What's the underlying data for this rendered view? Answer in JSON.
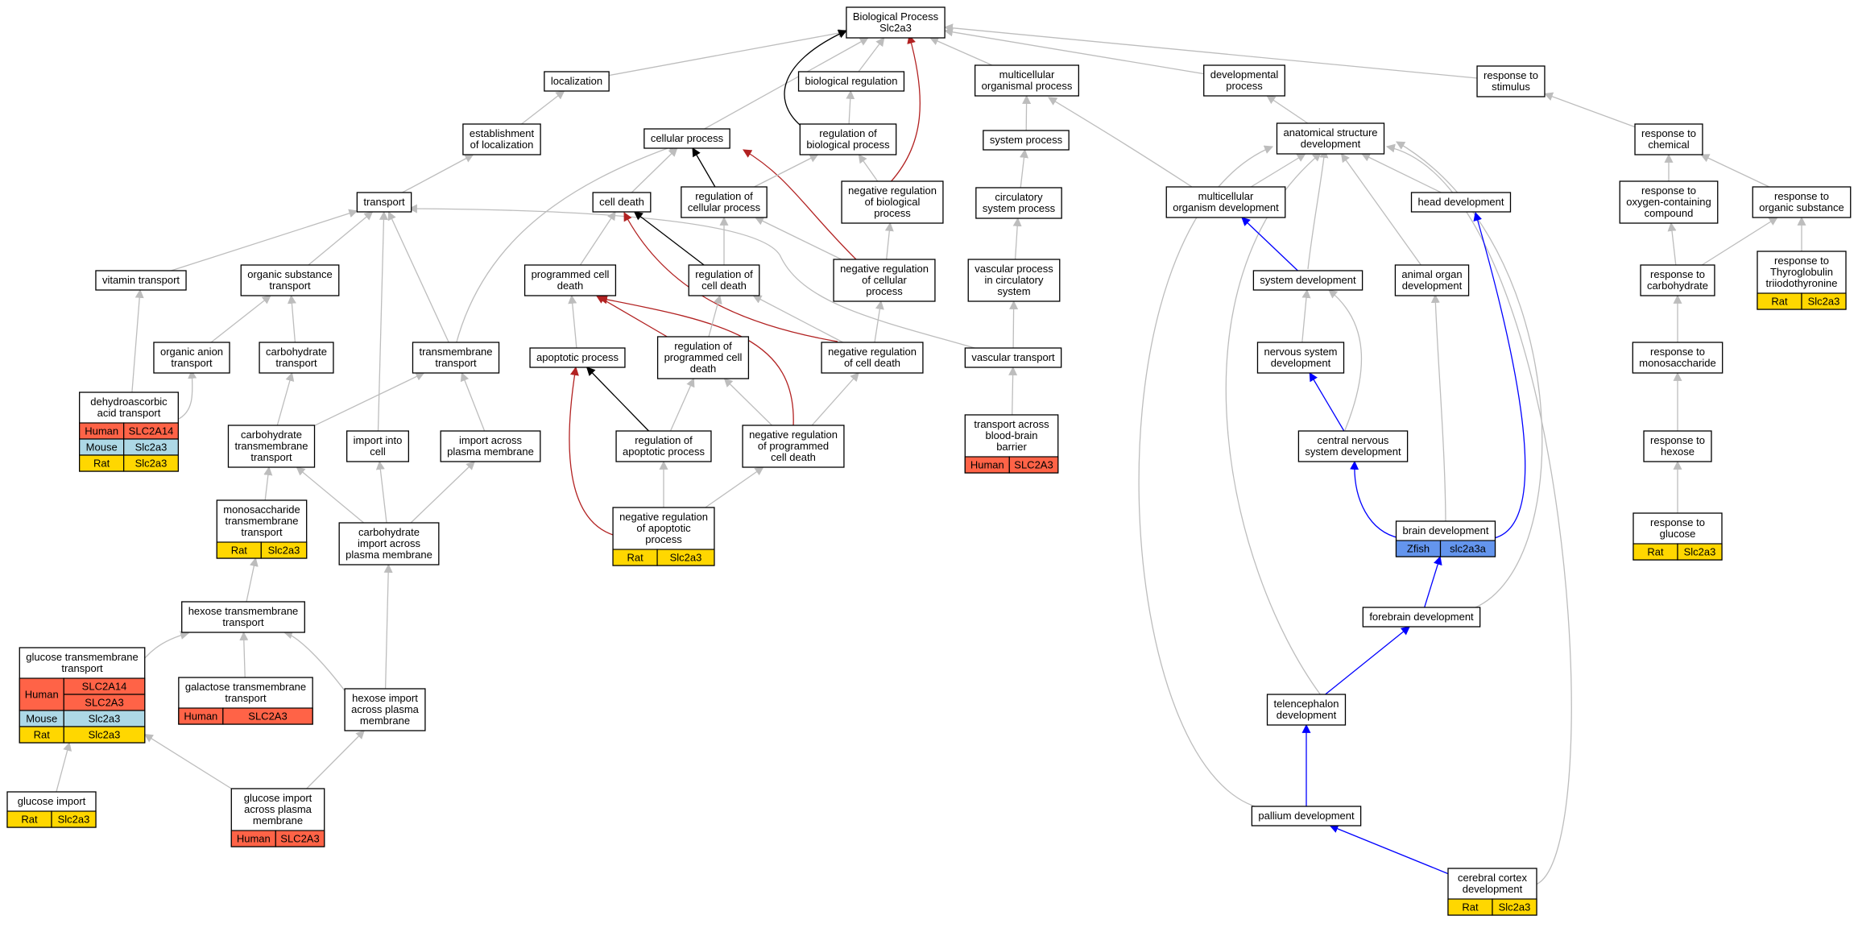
{
  "colors": {
    "gray": "#bdbdbd",
    "black": "#000000",
    "red": "#b22222",
    "blue": "#0000ff",
    "Human": "#ff6347",
    "Mouse": "#add8e6",
    "Rat": "#ffd700",
    "Zfish": "#6495ed"
  },
  "nodes": [
    {
      "id": "bp",
      "lines": [
        "Biological Process",
        "Slc2a3"
      ]
    },
    {
      "id": "loc",
      "lines": [
        "localization"
      ]
    },
    {
      "id": "bioreg",
      "lines": [
        "biological regulation"
      ]
    },
    {
      "id": "mop",
      "lines": [
        "multicellular",
        "organismal process"
      ]
    },
    {
      "id": "devp",
      "lines": [
        "developmental",
        "process"
      ]
    },
    {
      "id": "rts",
      "lines": [
        "response to",
        "stimulus"
      ]
    },
    {
      "id": "estloc",
      "lines": [
        "establishment",
        "of localization"
      ]
    },
    {
      "id": "cellp",
      "lines": [
        "cellular process"
      ]
    },
    {
      "id": "regbp",
      "lines": [
        "regulation of",
        "biological process"
      ]
    },
    {
      "id": "sysp",
      "lines": [
        "system process"
      ]
    },
    {
      "id": "asd",
      "lines": [
        "anatomical structure",
        "development"
      ]
    },
    {
      "id": "rtchem",
      "lines": [
        "response to",
        "chemical"
      ]
    },
    {
      "id": "transport",
      "lines": [
        "transport"
      ]
    },
    {
      "id": "celldeath",
      "lines": [
        "cell death"
      ]
    },
    {
      "id": "regcp",
      "lines": [
        "regulation of",
        "cellular process"
      ]
    },
    {
      "id": "negregbp",
      "lines": [
        "negative regulation",
        "of biological",
        "process"
      ]
    },
    {
      "id": "circsp",
      "lines": [
        "circulatory",
        "system process"
      ]
    },
    {
      "id": "mod",
      "lines": [
        "multicellular",
        "organism development"
      ]
    },
    {
      "id": "headdev",
      "lines": [
        "head development"
      ]
    },
    {
      "id": "rtoxy",
      "lines": [
        "response to",
        "oxygen-containing",
        "compound"
      ]
    },
    {
      "id": "rtorg",
      "lines": [
        "response to",
        "organic substance"
      ]
    },
    {
      "id": "vitt",
      "lines": [
        "vitamin transport"
      ]
    },
    {
      "id": "orgsub",
      "lines": [
        "organic substance",
        "transport"
      ]
    },
    {
      "id": "pcd",
      "lines": [
        "programmed cell",
        "death"
      ]
    },
    {
      "id": "regcd",
      "lines": [
        "regulation of",
        "cell death"
      ]
    },
    {
      "id": "negregcp",
      "lines": [
        "negative regulation",
        "of cellular",
        "process"
      ]
    },
    {
      "id": "vascp",
      "lines": [
        "vascular process",
        "in circulatory",
        "system"
      ]
    },
    {
      "id": "sysdev",
      "lines": [
        "system development"
      ]
    },
    {
      "id": "aod",
      "lines": [
        "animal organ",
        "development"
      ]
    },
    {
      "id": "rtcarb",
      "lines": [
        "response to",
        "carbohydrate"
      ]
    },
    {
      "id": "rtthyro",
      "lines": [
        "response to",
        "Thyroglobulin",
        "triiodothyronine"
      ],
      "rows": [
        {
          "sp": "Rat",
          "genes": [
            "Slc2a3"
          ]
        }
      ]
    },
    {
      "id": "oat",
      "lines": [
        "organic anion",
        "transport"
      ]
    },
    {
      "id": "carbt",
      "lines": [
        "carbohydrate",
        "transport"
      ]
    },
    {
      "id": "tmt",
      "lines": [
        "transmembrane",
        "transport"
      ]
    },
    {
      "id": "apop",
      "lines": [
        "apoptotic process"
      ]
    },
    {
      "id": "regpcd",
      "lines": [
        "regulation of",
        "programmed cell",
        "death"
      ]
    },
    {
      "id": "negregcd",
      "lines": [
        "negative regulation",
        "of cell death"
      ]
    },
    {
      "id": "vasct",
      "lines": [
        "vascular transport"
      ]
    },
    {
      "id": "nsd",
      "lines": [
        "nervous system",
        "development"
      ]
    },
    {
      "id": "rtmono",
      "lines": [
        "response to",
        "monosaccharide"
      ]
    },
    {
      "id": "dhat",
      "lines": [
        "dehydroascorbic",
        "acid transport"
      ],
      "rows": [
        {
          "sp": "Human",
          "genes": [
            "SLC2A14"
          ]
        },
        {
          "sp": "Mouse",
          "genes": [
            "Slc2a3"
          ]
        },
        {
          "sp": "Rat",
          "genes": [
            "Slc2a3"
          ]
        }
      ]
    },
    {
      "id": "carbtmt",
      "lines": [
        "carbohydrate",
        "transmembrane",
        "transport"
      ]
    },
    {
      "id": "importcell",
      "lines": [
        "import into",
        "cell"
      ]
    },
    {
      "id": "importpm",
      "lines": [
        "import across",
        "plasma membrane"
      ]
    },
    {
      "id": "regapop",
      "lines": [
        "regulation of",
        "apoptotic process"
      ]
    },
    {
      "id": "negregpcd",
      "lines": [
        "negative regulation",
        "of programmed",
        "cell death"
      ]
    },
    {
      "id": "tbbb",
      "lines": [
        "transport across",
        "blood-brain",
        "barrier"
      ],
      "rows": [
        {
          "sp": "Human",
          "genes": [
            "SLC2A3"
          ]
        }
      ]
    },
    {
      "id": "cnsd",
      "lines": [
        "central nervous",
        "system development"
      ]
    },
    {
      "id": "rthex",
      "lines": [
        "response to",
        "hexose"
      ]
    },
    {
      "id": "monotmt",
      "lines": [
        "monosaccharide",
        "transmembrane",
        "transport"
      ],
      "rows": [
        {
          "sp": "Rat",
          "genes": [
            "Slc2a3"
          ]
        }
      ]
    },
    {
      "id": "carbimp",
      "lines": [
        "carbohydrate",
        "import across",
        "plasma membrane"
      ]
    },
    {
      "id": "negregapop",
      "lines": [
        "negative regulation",
        "of apoptotic",
        "process"
      ],
      "rows": [
        {
          "sp": "Rat",
          "genes": [
            "Slc2a3"
          ]
        }
      ]
    },
    {
      "id": "braindev",
      "lines": [
        "brain development"
      ],
      "rows": [
        {
          "sp": "Zfish",
          "genes": [
            "slc2a3a"
          ]
        }
      ]
    },
    {
      "id": "rtglu",
      "lines": [
        "response to",
        "glucose"
      ],
      "rows": [
        {
          "sp": "Rat",
          "genes": [
            "Slc2a3"
          ]
        }
      ]
    },
    {
      "id": "hextmt",
      "lines": [
        "hexose transmembrane",
        "transport"
      ]
    },
    {
      "id": "forebrain",
      "lines": [
        "forebrain development"
      ]
    },
    {
      "id": "glutmt",
      "lines": [
        "glucose transmembrane",
        "transport"
      ],
      "rows": [
        {
          "sp": "Human",
          "genes": [
            "SLC2A14",
            "SLC2A3"
          ]
        },
        {
          "sp": "Mouse",
          "genes": [
            "Slc2a3"
          ]
        },
        {
          "sp": "Rat",
          "genes": [
            "Slc2a3"
          ]
        }
      ]
    },
    {
      "id": "galtmt",
      "lines": [
        "galactose transmembrane",
        "transport"
      ],
      "rows": [
        {
          "sp": "Human",
          "genes": [
            "SLC2A3"
          ]
        }
      ]
    },
    {
      "id": "heximp",
      "lines": [
        "hexose import",
        "across plasma",
        "membrane"
      ]
    },
    {
      "id": "teldev",
      "lines": [
        "telencephalon",
        "development"
      ]
    },
    {
      "id": "pallium",
      "lines": [
        "pallium development"
      ]
    },
    {
      "id": "gluimp",
      "lines": [
        "glucose import"
      ],
      "rows": [
        {
          "sp": "Rat",
          "genes": [
            "Slc2a3"
          ]
        }
      ]
    },
    {
      "id": "gluimppm",
      "lines": [
        "glucose import",
        "across plasma",
        "membrane"
      ],
      "rows": [
        {
          "sp": "Human",
          "genes": [
            "SLC2A3"
          ]
        }
      ]
    },
    {
      "id": "ccd",
      "lines": [
        "cerebral cortex",
        "development"
      ],
      "rows": [
        {
          "sp": "Rat",
          "genes": [
            "Slc2a3"
          ]
        }
      ]
    }
  ],
  "edges": [
    {
      "from": "loc",
      "to": "bp",
      "color": "gray"
    },
    {
      "from": "bioreg",
      "to": "bp",
      "color": "gray"
    },
    {
      "from": "mop",
      "to": "bp",
      "color": "gray"
    },
    {
      "from": "devp",
      "to": "bp",
      "color": "gray"
    },
    {
      "from": "rts",
      "to": "bp",
      "color": "gray"
    },
    {
      "from": "cellp",
      "to": "bp",
      "color": "gray"
    },
    {
      "from": "regbp",
      "to": "bp",
      "color": "black"
    },
    {
      "from": "negregbp",
      "to": "bp",
      "color": "red"
    },
    {
      "from": "estloc",
      "to": "loc",
      "color": "gray"
    },
    {
      "from": "regbp",
      "to": "bioreg",
      "color": "gray"
    },
    {
      "from": "sysp",
      "to": "mop",
      "color": "gray"
    },
    {
      "from": "mod",
      "to": "mop",
      "color": "gray"
    },
    {
      "from": "asd",
      "to": "devp",
      "color": "gray"
    },
    {
      "from": "rtchem",
      "to": "rts",
      "color": "gray"
    },
    {
      "from": "transport",
      "to": "estloc",
      "color": "gray"
    },
    {
      "from": "celldeath",
      "to": "cellp",
      "color": "gray"
    },
    {
      "from": "regcp",
      "to": "cellp",
      "color": "black"
    },
    {
      "from": "negregcp",
      "to": "cellp",
      "color": "red"
    },
    {
      "from": "tmt",
      "to": "cellp",
      "color": "gray"
    },
    {
      "from": "regcp",
      "to": "regbp",
      "color": "gray"
    },
    {
      "from": "negregbp",
      "to": "regbp",
      "color": "gray"
    },
    {
      "from": "circsp",
      "to": "sysp",
      "color": "gray"
    },
    {
      "from": "mod",
      "to": "asd",
      "color": "gray"
    },
    {
      "from": "headdev",
      "to": "asd",
      "color": "gray"
    },
    {
      "from": "sysdev",
      "to": "asd",
      "color": "gray"
    },
    {
      "from": "aod",
      "to": "asd",
      "color": "gray"
    },
    {
      "from": "teldev",
      "to": "asd",
      "color": "gray"
    },
    {
      "from": "pallium",
      "to": "asd",
      "color": "gray"
    },
    {
      "from": "ccd",
      "to": "asd",
      "color": "gray"
    },
    {
      "from": "forebrain",
      "to": "asd",
      "color": "gray"
    },
    {
      "from": "rtoxy",
      "to": "rtchem",
      "color": "gray"
    },
    {
      "from": "rtorg",
      "to": "rtchem",
      "color": "gray"
    },
    {
      "from": "vitt",
      "to": "transport",
      "color": "gray"
    },
    {
      "from": "orgsub",
      "to": "transport",
      "color": "gray"
    },
    {
      "from": "tmt",
      "to": "transport",
      "color": "gray"
    },
    {
      "from": "importcell",
      "to": "transport",
      "color": "gray"
    },
    {
      "from": "vasct",
      "to": "transport",
      "color": "gray"
    },
    {
      "from": "pcd",
      "to": "celldeath",
      "color": "gray"
    },
    {
      "from": "regcd",
      "to": "celldeath",
      "color": "black"
    },
    {
      "from": "negregcd",
      "to": "celldeath",
      "color": "red"
    },
    {
      "from": "regcd",
      "to": "regcp",
      "color": "gray"
    },
    {
      "from": "negregcp",
      "to": "regcp",
      "color": "gray"
    },
    {
      "from": "negregcp",
      "to": "negregbp",
      "color": "gray"
    },
    {
      "from": "vascp",
      "to": "circsp",
      "color": "gray"
    },
    {
      "from": "sysdev",
      "to": "mod",
      "color": "blue"
    },
    {
      "from": "braindev",
      "to": "headdev",
      "color": "blue"
    },
    {
      "from": "rtcarb",
      "to": "rtoxy",
      "color": "gray"
    },
    {
      "from": "rtcarb",
      "to": "rtorg",
      "color": "gray"
    },
    {
      "from": "rtthyro",
      "to": "rtorg",
      "color": "gray"
    },
    {
      "from": "dhat",
      "to": "vitt",
      "color": "gray"
    },
    {
      "from": "oat",
      "to": "orgsub",
      "color": "gray"
    },
    {
      "from": "carbt",
      "to": "orgsub",
      "color": "gray"
    },
    {
      "from": "apop",
      "to": "pcd",
      "color": "gray"
    },
    {
      "from": "regpcd",
      "to": "pcd",
      "color": "red"
    },
    {
      "from": "negregpcd",
      "to": "pcd",
      "color": "red"
    },
    {
      "from": "regpcd",
      "to": "regcd",
      "color": "gray"
    },
    {
      "from": "negregcd",
      "to": "regcd",
      "color": "gray"
    },
    {
      "from": "negregcd",
      "to": "negregcp",
      "color": "gray"
    },
    {
      "from": "vasct",
      "to": "vascp",
      "color": "gray"
    },
    {
      "from": "nsd",
      "to": "sysdev",
      "color": "gray"
    },
    {
      "from": "cnsd",
      "to": "sysdev",
      "color": "gray"
    },
    {
      "from": "braindev",
      "to": "aod",
      "color": "gray"
    },
    {
      "from": "rtmono",
      "to": "rtcarb",
      "color": "gray"
    },
    {
      "from": "dhat",
      "to": "oat",
      "color": "gray"
    },
    {
      "from": "carbtmt",
      "to": "carbt",
      "color": "gray"
    },
    {
      "from": "carbtmt",
      "to": "tmt",
      "color": "gray"
    },
    {
      "from": "importpm",
      "to": "tmt",
      "color": "gray"
    },
    {
      "from": "regapop",
      "to": "apop",
      "color": "black"
    },
    {
      "from": "negregapop",
      "to": "apop",
      "color": "red"
    },
    {
      "from": "regapop",
      "to": "regpcd",
      "color": "gray"
    },
    {
      "from": "negregpcd",
      "to": "regpcd",
      "color": "gray"
    },
    {
      "from": "negregpcd",
      "to": "negregcd",
      "color": "gray"
    },
    {
      "from": "tbbb",
      "to": "vasct",
      "color": "gray"
    },
    {
      "from": "cnsd",
      "to": "nsd",
      "color": "blue"
    },
    {
      "from": "rthex",
      "to": "rtmono",
      "color": "gray"
    },
    {
      "from": "monotmt",
      "to": "carbtmt",
      "color": "gray"
    },
    {
      "from": "carbimp",
      "to": "carbtmt",
      "color": "gray"
    },
    {
      "from": "carbimp",
      "to": "importcell",
      "color": "gray"
    },
    {
      "from": "carbimp",
      "to": "importpm",
      "color": "gray"
    },
    {
      "from": "negregapop",
      "to": "regapop",
      "color": "gray"
    },
    {
      "from": "negregapop",
      "to": "negregpcd",
      "color": "gray"
    },
    {
      "from": "braindev",
      "to": "cnsd",
      "color": "blue"
    },
    {
      "from": "rtglu",
      "to": "rthex",
      "color": "gray"
    },
    {
      "from": "hextmt",
      "to": "monotmt",
      "color": "gray"
    },
    {
      "from": "heximp",
      "to": "carbimp",
      "color": "gray"
    },
    {
      "from": "forebrain",
      "to": "braindev",
      "color": "blue"
    },
    {
      "from": "glutmt",
      "to": "hextmt",
      "color": "gray"
    },
    {
      "from": "galtmt",
      "to": "hextmt",
      "color": "gray"
    },
    {
      "from": "heximp",
      "to": "hextmt",
      "color": "gray"
    },
    {
      "from": "gluimppm",
      "to": "heximp",
      "color": "gray"
    },
    {
      "from": "teldev",
      "to": "forebrain",
      "color": "blue"
    },
    {
      "from": "pallium",
      "to": "teldev",
      "color": "blue"
    },
    {
      "from": "gluimp",
      "to": "glutmt",
      "color": "gray"
    },
    {
      "from": "gluimppm",
      "to": "glutmt",
      "color": "gray"
    },
    {
      "from": "ccd",
      "to": "pallium",
      "color": "blue"
    }
  ]
}
